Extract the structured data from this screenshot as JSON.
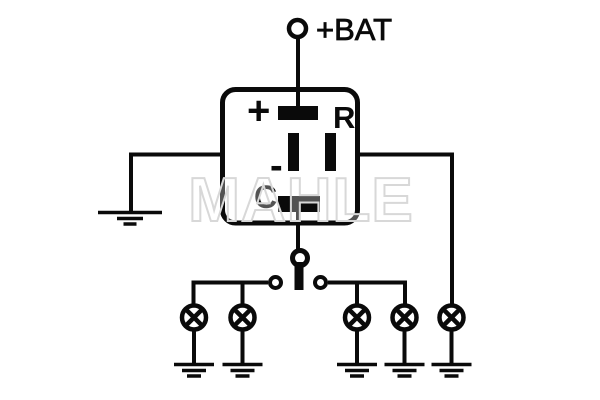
{
  "diagram": {
    "labels": {
      "battery": "+BAT",
      "relay_plus": "+",
      "relay_minus": "-",
      "relay_r": "R",
      "relay_c": "C"
    },
    "watermark": "MAHLE",
    "colors": {
      "line": "#0a0a0a",
      "background": "#ffffff",
      "watermark_outline": "#d8d8d8"
    },
    "components": {
      "lamps": 5,
      "ground_symbols": 6,
      "relay_terminals": [
        "+",
        "R",
        "-",
        "C"
      ],
      "battery_terminals": 1,
      "switch_contacts": 2
    }
  }
}
